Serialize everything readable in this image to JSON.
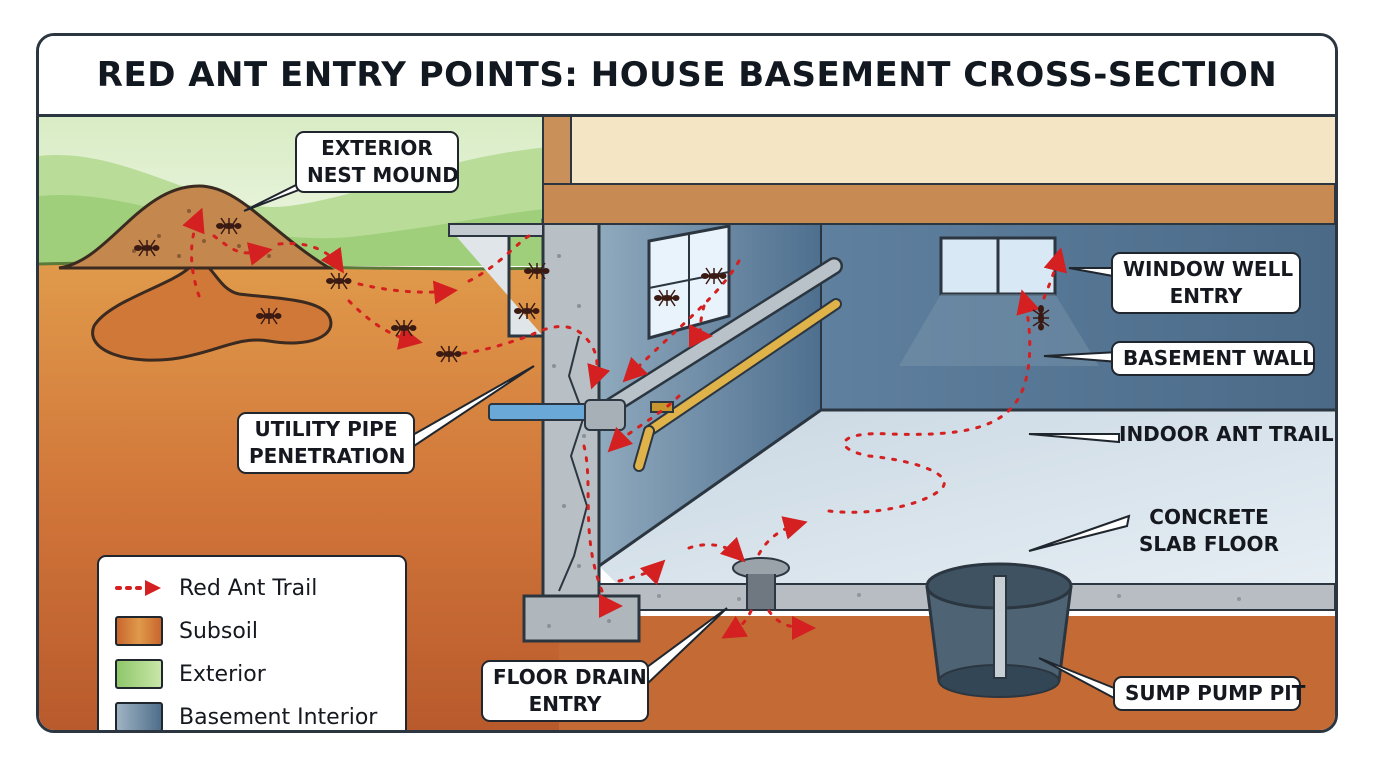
{
  "title": "RED ANT ENTRY POINTS: HOUSE BASEMENT CROSS-SECTION",
  "labels": {
    "nest_line1": "EXTERIOR",
    "nest_line2": "NEST MOUND",
    "window_line1": "WINDOW WELL",
    "window_line2": "ENTRY",
    "basement_wall": "BASEMENT WALL",
    "indoor_trail": "INDOOR ANT TRAIL",
    "slab_line1": "CONCRETE",
    "slab_line2": "SLAB FLOOR",
    "pipe_line1": "UTILITY PIPE",
    "pipe_line2": "PENETRATION",
    "drain_line1": "FLOOR DRAIN",
    "drain_line2": "ENTRY",
    "sump": "SUMP PUMP PIT"
  },
  "legend": {
    "items": [
      {
        "label": "Red Ant Trail",
        "kind": "trail"
      },
      {
        "label": "Subsoil",
        "kind": "swatch",
        "color_a": "#c8662e",
        "color_b": "#e09a4a"
      },
      {
        "label": "Exterior",
        "kind": "swatch",
        "color_a": "#8fc76a",
        "color_b": "#c9e6a8"
      },
      {
        "label": "Basement Interior",
        "kind": "swatch",
        "color_a": "#9fb3c2",
        "color_b": "#4f6e8c"
      }
    ]
  },
  "colors": {
    "trail": "#d42020",
    "subsoil": "#c96a32",
    "exterior": "#a9d488",
    "basement_wall": "#587999",
    "floor": "#d9e4ec",
    "frame": "#2b3640"
  }
}
